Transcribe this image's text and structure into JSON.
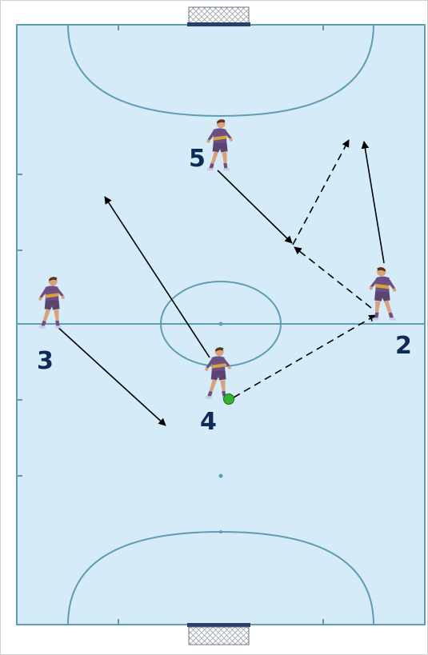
{
  "players": [
    {
      "id": "p5",
      "number": "5"
    },
    {
      "id": "p3",
      "number": "3"
    },
    {
      "id": "p4",
      "number": "4"
    },
    {
      "id": "p2",
      "number": "2"
    }
  ],
  "colors": {
    "court": "#d6ebf8",
    "court_lines": "#5f9db3",
    "goal_bar": "#2a3f6b",
    "goal_net": "#b8bfc9",
    "shirt": "#6d4f86",
    "shorts": "#5a4470",
    "skin": "#d9a07a",
    "hair": "#5a3320",
    "sash": "#d6a23a",
    "number": "#0d2b57",
    "ball": "#2fb52f",
    "arrow": "#000000"
  },
  "icons": {
    "player": "futsal-player-icon",
    "ball": "ball-icon",
    "goal": "goal-icon"
  },
  "arrows": [
    {
      "id": "p5-run",
      "style": "solid"
    },
    {
      "id": "p4-run",
      "style": "solid"
    },
    {
      "id": "p3-run",
      "style": "solid"
    },
    {
      "id": "p2-run",
      "style": "solid"
    },
    {
      "id": "pass-4-to-2",
      "style": "dashed"
    },
    {
      "id": "pass-2-to-5",
      "style": "dashed"
    },
    {
      "id": "pass-5-forward",
      "style": "dashed"
    }
  ]
}
